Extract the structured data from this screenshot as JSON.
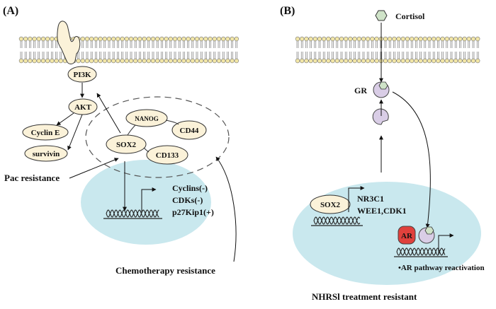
{
  "panelA": {
    "label": "(A)",
    "nodes": {
      "pi3k": "PI3K",
      "akt": "AKT",
      "cyclin_e": "Cyclin E",
      "survivin": "survivin",
      "nanog": "NANOG",
      "cd44": "CD44",
      "sox2": "SOX2",
      "cd133": "CD133"
    },
    "effects": [
      "Cyclins(-)",
      "CDKs(-)",
      "p27Kip1(+)"
    ],
    "pac_resistance": "Pac resistance",
    "chemo_resistance": "Chemotherapy resistance"
  },
  "panelB": {
    "label": "(B)",
    "cortisol": "Cortisol",
    "gr": "GR",
    "sox2": "SOX2",
    "targets": [
      "NR3C1",
      "WEE1,CDK1"
    ],
    "ar": "AR",
    "ar_reactivation": "•AR pathway reactivation",
    "caption": "NHRSl treatment resistant"
  },
  "colors": {
    "node_fill": "#fbf2d9",
    "nucleus_fill": "#c9e8ee",
    "receptor_fill": "#d9cde6",
    "ar_fill": "#e0413c",
    "cortisol_fill": "#cfe3c8",
    "membrane_head": "#f2e6a6"
  }
}
